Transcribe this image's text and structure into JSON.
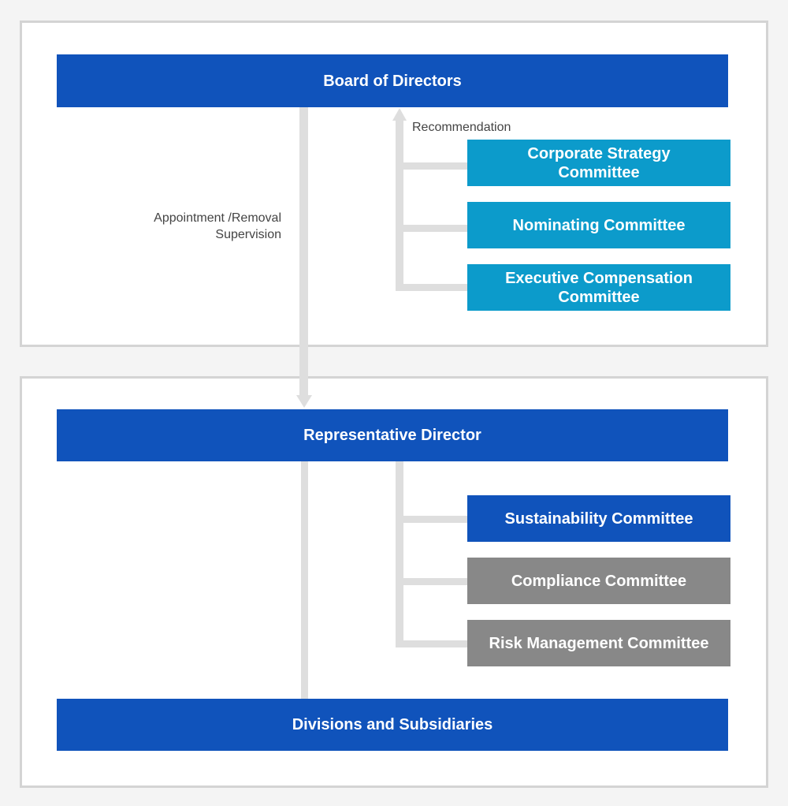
{
  "upper_section": {
    "board": "Board of Directors",
    "recommendation_label": "Recommendation",
    "appointment_label_line1": "Appointment /Removal",
    "appointment_label_line2": "Supervision",
    "committees": [
      "Corporate Strategy\nCommittee",
      "Nominating Committee",
      "Executive Compensation\nCommittee"
    ]
  },
  "lower_section": {
    "representative": "Representative Director",
    "committees": [
      "Sustainability Committee",
      "Compliance Committee",
      "Risk Management Committee"
    ],
    "divisions": "Divisions and Subsidiaries"
  },
  "colors": {
    "primary": "#1053bb",
    "committee_cyan": "#0c9bcb",
    "committee_grey": "#888888",
    "connector": "#dedede",
    "frame_border": "#d4d4d4"
  }
}
